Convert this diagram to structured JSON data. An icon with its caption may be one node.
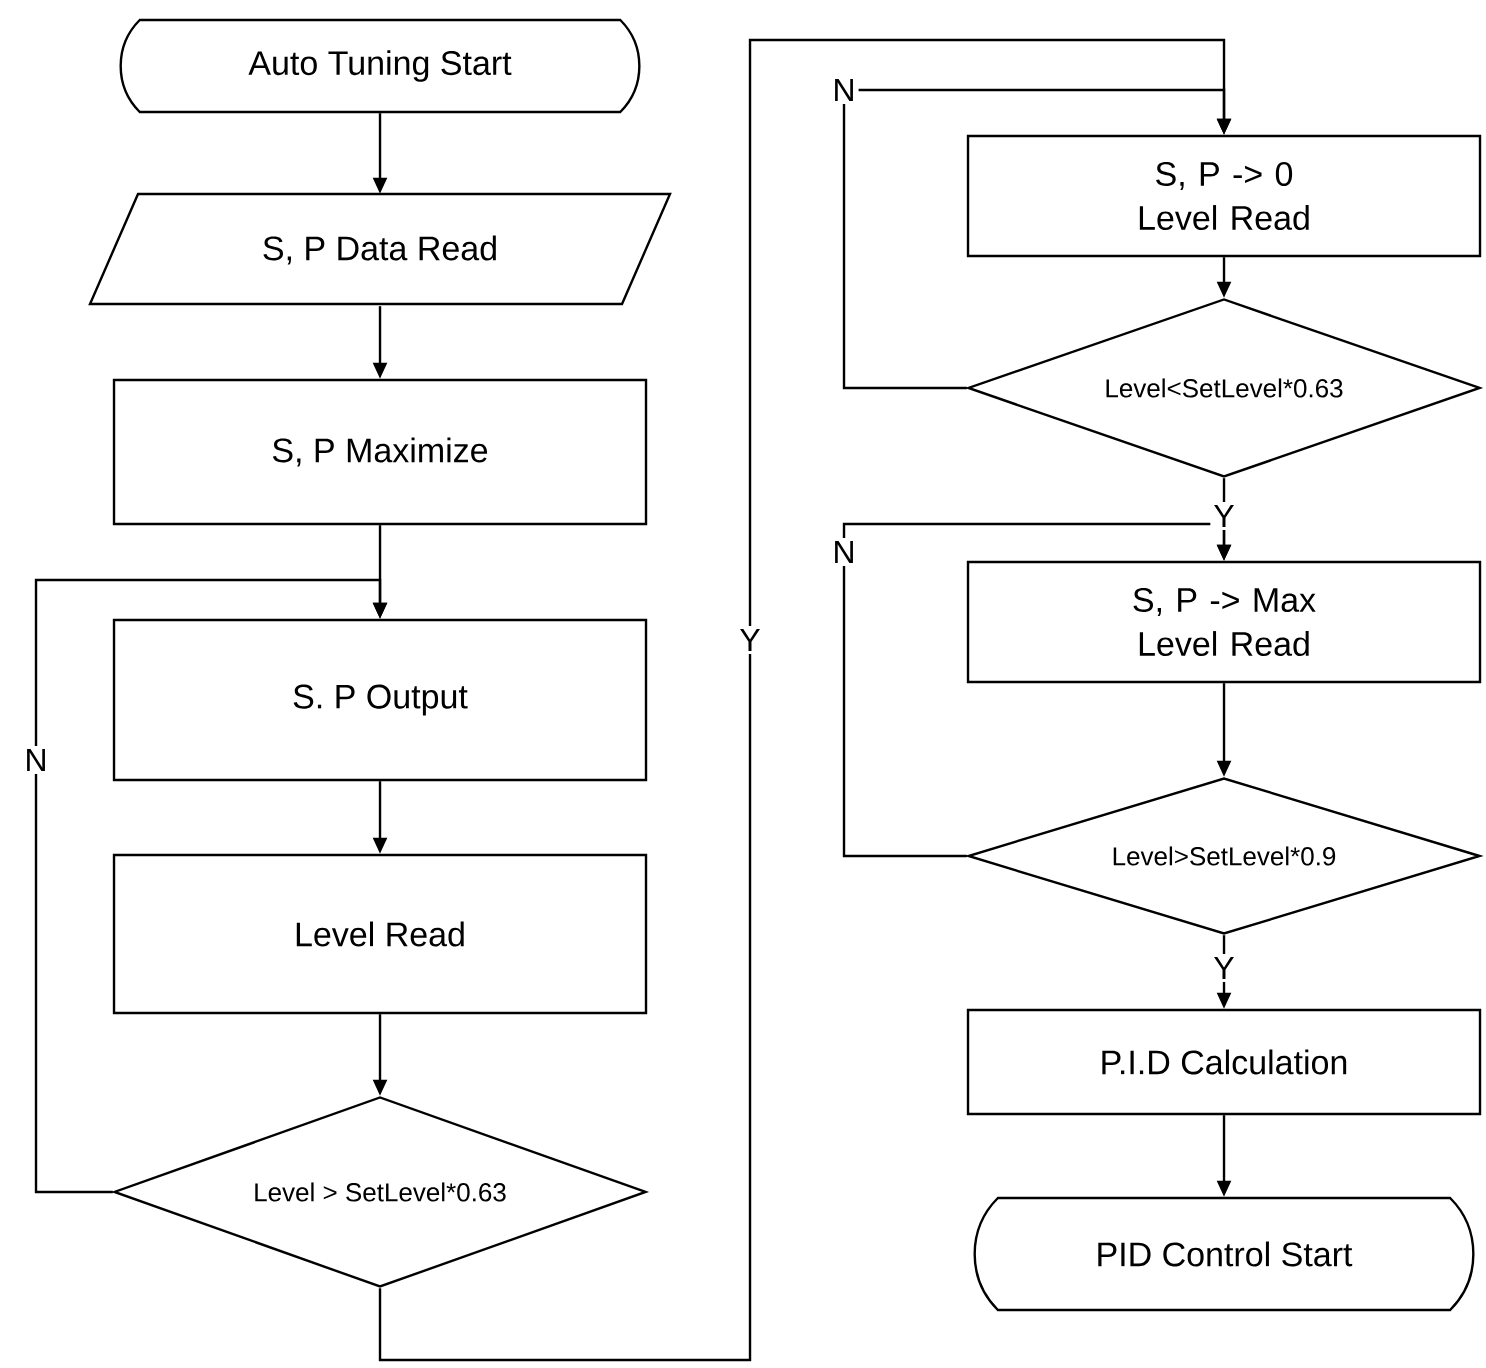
{
  "diagram": {
    "nodes": [
      {
        "text": [
          "Auto Tuning Start"
        ]
      },
      {
        "text": [
          "S, P Data Read"
        ]
      },
      {
        "text": [
          "S, P Maximize"
        ]
      },
      {
        "text": [
          "S. P Output"
        ]
      },
      {
        "text": [
          "Level Read"
        ]
      },
      {
        "text": [
          "Level > SetLevel*0.63"
        ]
      },
      {
        "text": [
          "S, P -> 0 Level Read"
        ]
      },
      {
        "text": [
          "Level<SetLevel*0.63"
        ]
      },
      {
        "text": [
          "S, P -> Max Level Read"
        ]
      },
      {
        "text": [
          "Level>SetLevel*0.9"
        ]
      },
      {
        "text": [
          "P.I.D Calculation"
        ]
      },
      {
        "text": [
          "PID Control Start"
        ]
      }
    ],
    "edges": [
      {
        "from": 0,
        "to": 1,
        "arrow": "to"
      },
      {
        "from": 1,
        "to": 2,
        "arrow": "to"
      },
      {
        "from": 2,
        "to": 3,
        "arrow": "to"
      },
      {
        "from": 3,
        "to": 4,
        "arrow": "to"
      },
      {
        "from": 4,
        "to": 5,
        "arrow": "to"
      },
      {
        "from": 5,
        "to": 3,
        "arrow": "to",
        "label": "N"
      },
      {
        "from": 5,
        "to": 6,
        "arrow": "to",
        "label": "Y"
      },
      {
        "from": 6,
        "to": 7,
        "arrow": "to"
      },
      {
        "from": 7,
        "to": 6,
        "arrow": "to",
        "label": "N"
      },
      {
        "from": 7,
        "to": 8,
        "arrow": "to",
        "label": "Y"
      },
      {
        "from": 8,
        "to": 9,
        "arrow": "to"
      },
      {
        "from": 9,
        "to": 8,
        "arrow": "to",
        "label": "N"
      },
      {
        "from": 9,
        "to": 10,
        "arrow": "to",
        "label": "Y"
      },
      {
        "from": 10,
        "to": 11,
        "arrow": "to"
      }
    ]
  }
}
